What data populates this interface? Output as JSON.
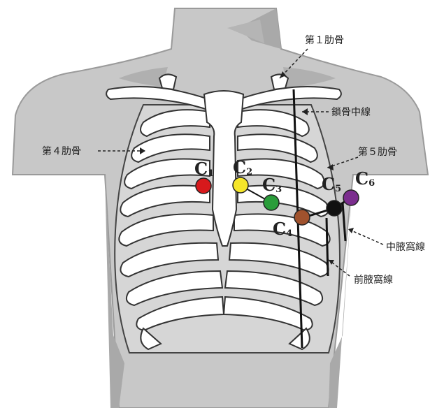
{
  "labels": {
    "rib1": "第１肋骨",
    "clavicular_line": "鎖骨中線",
    "rib5": "第５肋骨",
    "rib4": "第４肋骨",
    "mid_axillary": "中腋窩線",
    "ant_axillary": "前腋窩線"
  },
  "electrodes": [
    {
      "letter": "C",
      "sub": "1",
      "color": "#d7191c"
    },
    {
      "letter": "C",
      "sub": "2",
      "color": "#f5e62a"
    },
    {
      "letter": "C",
      "sub": "3",
      "color": "#2a9d3a"
    },
    {
      "letter": "C",
      "sub": "4",
      "color": "#a0522d"
    },
    {
      "letter": "C",
      "sub": "5",
      "color": "#111111"
    },
    {
      "letter": "C",
      "sub": "6",
      "color": "#7b2d8e"
    }
  ],
  "colors": {
    "skin": "#c8c8c8",
    "skin_dark": "#a9a9a9",
    "bone": "#ffffff",
    "line": "#111111"
  }
}
